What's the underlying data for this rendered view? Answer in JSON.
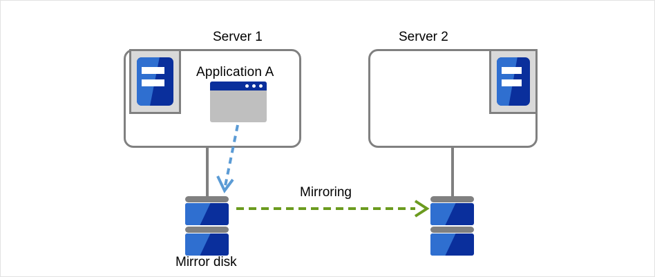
{
  "diagram": {
    "title_server1": "Server 1",
    "title_server2": "Server 2",
    "application_label": "Application  A",
    "mirroring_label": "Mirroring",
    "mirror_disk_label": "Mirror disk",
    "colors": {
      "frame_border": "#e2e2e2",
      "chassis_border": "#808080",
      "icon_plate": "#d9d9d9",
      "blue_dark": "#0a2f9c",
      "blue_light": "#2f6fd0",
      "window_body": "#bfbfbf",
      "write_arrow": "#5b9bd5",
      "mirror_arrow": "#6b9b1f",
      "connector": "#808080",
      "text": "#000000"
    },
    "icons": {
      "server_icon_name": "server-machine-icon",
      "app_icon_name": "application-window-icon",
      "disk_icon_name": "disk-stack-icon",
      "write_arrow_name": "write-arrow-dashed-down",
      "mirror_arrow_name": "mirroring-arrow-dashed-right"
    }
  }
}
